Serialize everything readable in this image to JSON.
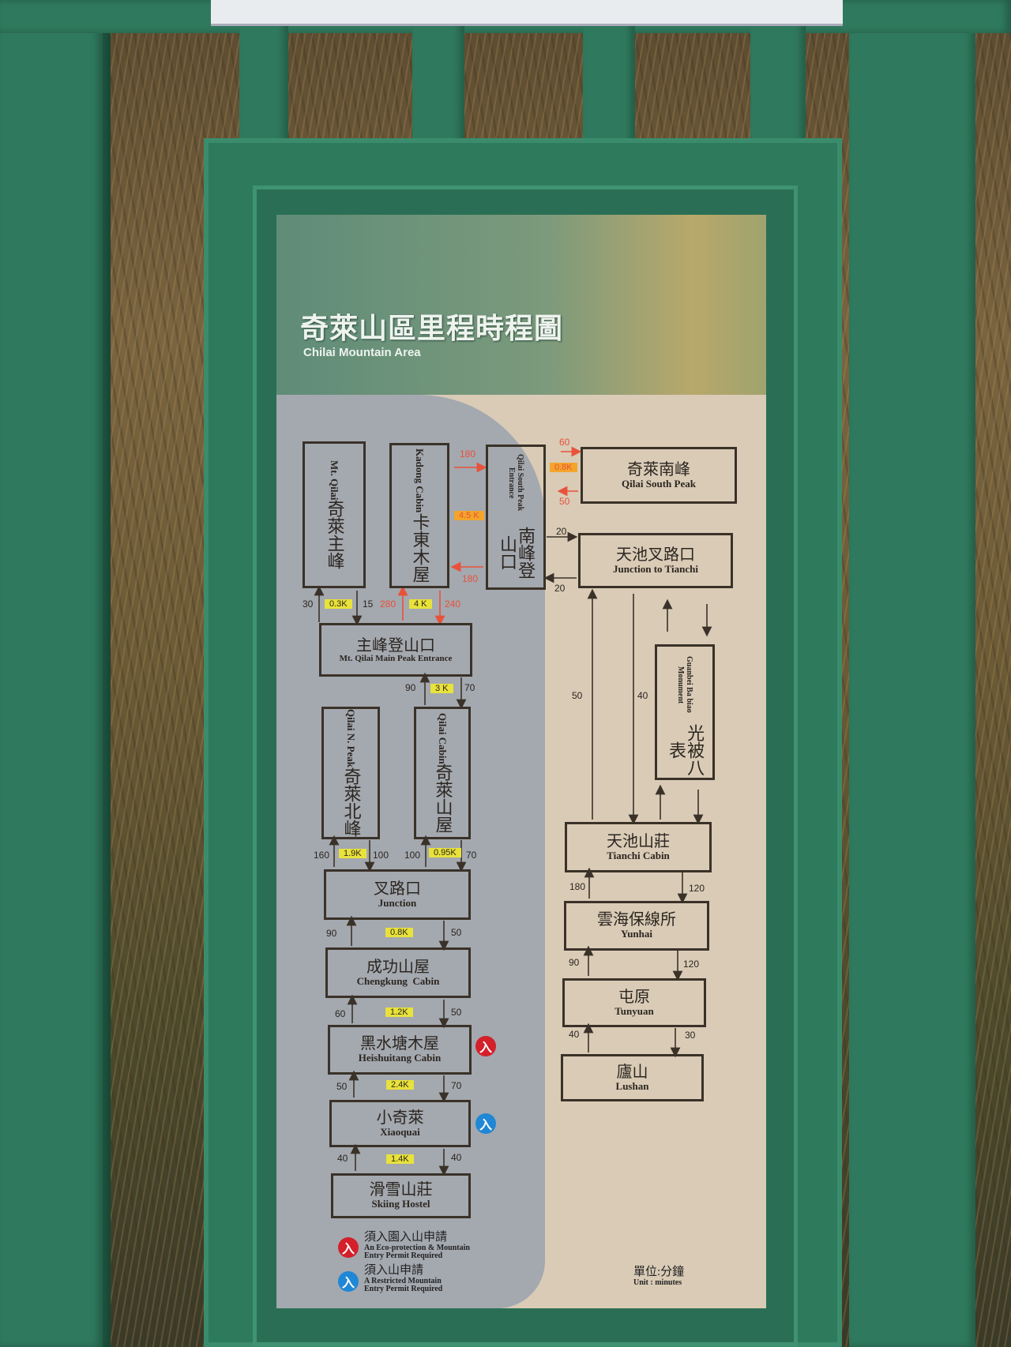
{
  "header": {
    "title": "奇萊山區里程時程圖",
    "subtitle": "Chilai Mountain Area"
  },
  "locations": {
    "mt_qilai": {
      "zh": "奇萊主峰",
      "en": "Mt. Qilai"
    },
    "kadong": {
      "zh": "卡東木屋",
      "en": "Kadong Cabin"
    },
    "south_entrance": {
      "zh": "南峰登山口",
      "en": "Qilai South Peak Entrance"
    },
    "south_peak": {
      "zh": "奇萊南峰",
      "en": "Qilai South Peak"
    },
    "jct_tianchi": {
      "zh": "天池叉路口",
      "en": "Junction to Tianchi"
    },
    "main_entrance": {
      "zh": "主峰登山口",
      "en": "Mt. Qilai Main Peak Entrance"
    },
    "n_peak": {
      "zh": "奇萊北峰",
      "en": "Qilai N. Peak"
    },
    "qilai_cabin": {
      "zh": "奇萊山屋",
      "en": "Qilai Cabin"
    },
    "guanbei": {
      "zh": "光被八表",
      "en": "Guanbei Ba biao Monument"
    },
    "tianchi": {
      "zh": "天池山莊",
      "en": "Tianchi Cabin"
    },
    "junction": {
      "zh": "叉路口",
      "en": "Junction"
    },
    "yunhai": {
      "zh": "雲海保線所",
      "en": "Yunhai"
    },
    "chengkung": {
      "zh": "成功山屋",
      "en": "Chengkung  Cabin"
    },
    "tunyuan": {
      "zh": "屯原",
      "en": "Tunyuan"
    },
    "heishuitang": {
      "zh": "黑水塘木屋",
      "en": "Heishuitang Cabin"
    },
    "lushan": {
      "zh": "廬山",
      "en": "Lushan"
    },
    "xiaoquai": {
      "zh": "小奇萊",
      "en": "Xiaoquai"
    },
    "skiing": {
      "zh": "滑雪山莊",
      "en": "Skiing Hostel"
    }
  },
  "labels": [
    "180",
    "4.5 K",
    "180",
    "60",
    "0.8K",
    "50",
    "20",
    "20",
    "30",
    "0.3K",
    "15",
    "280",
    "4 K",
    "240",
    "90",
    "3 K",
    "70",
    "50",
    "40",
    "160",
    "1.9K",
    "100",
    "100",
    "0.95K",
    "70",
    "180",
    "120",
    "90",
    "0.8K",
    "50",
    "90",
    "120",
    "60",
    "1.2K",
    "50",
    "40",
    "30",
    "50",
    "2.4K",
    "70",
    "40",
    "1.4K",
    "40"
  ],
  "permit_icon": "入",
  "legend": {
    "eco": {
      "zh": "須入園入山申請",
      "en1": "An Eco-protection & Mountain",
      "en2": "Entry Permit Required",
      "color": "#d3202a"
    },
    "restricted": {
      "zh": "須入山申請",
      "en1": "A Restricted Mountain",
      "en2": "Entry Permit Required",
      "color": "#1f87d6"
    }
  },
  "unit": {
    "zh": "單位:分鐘",
    "en": "Unit : minutes"
  }
}
